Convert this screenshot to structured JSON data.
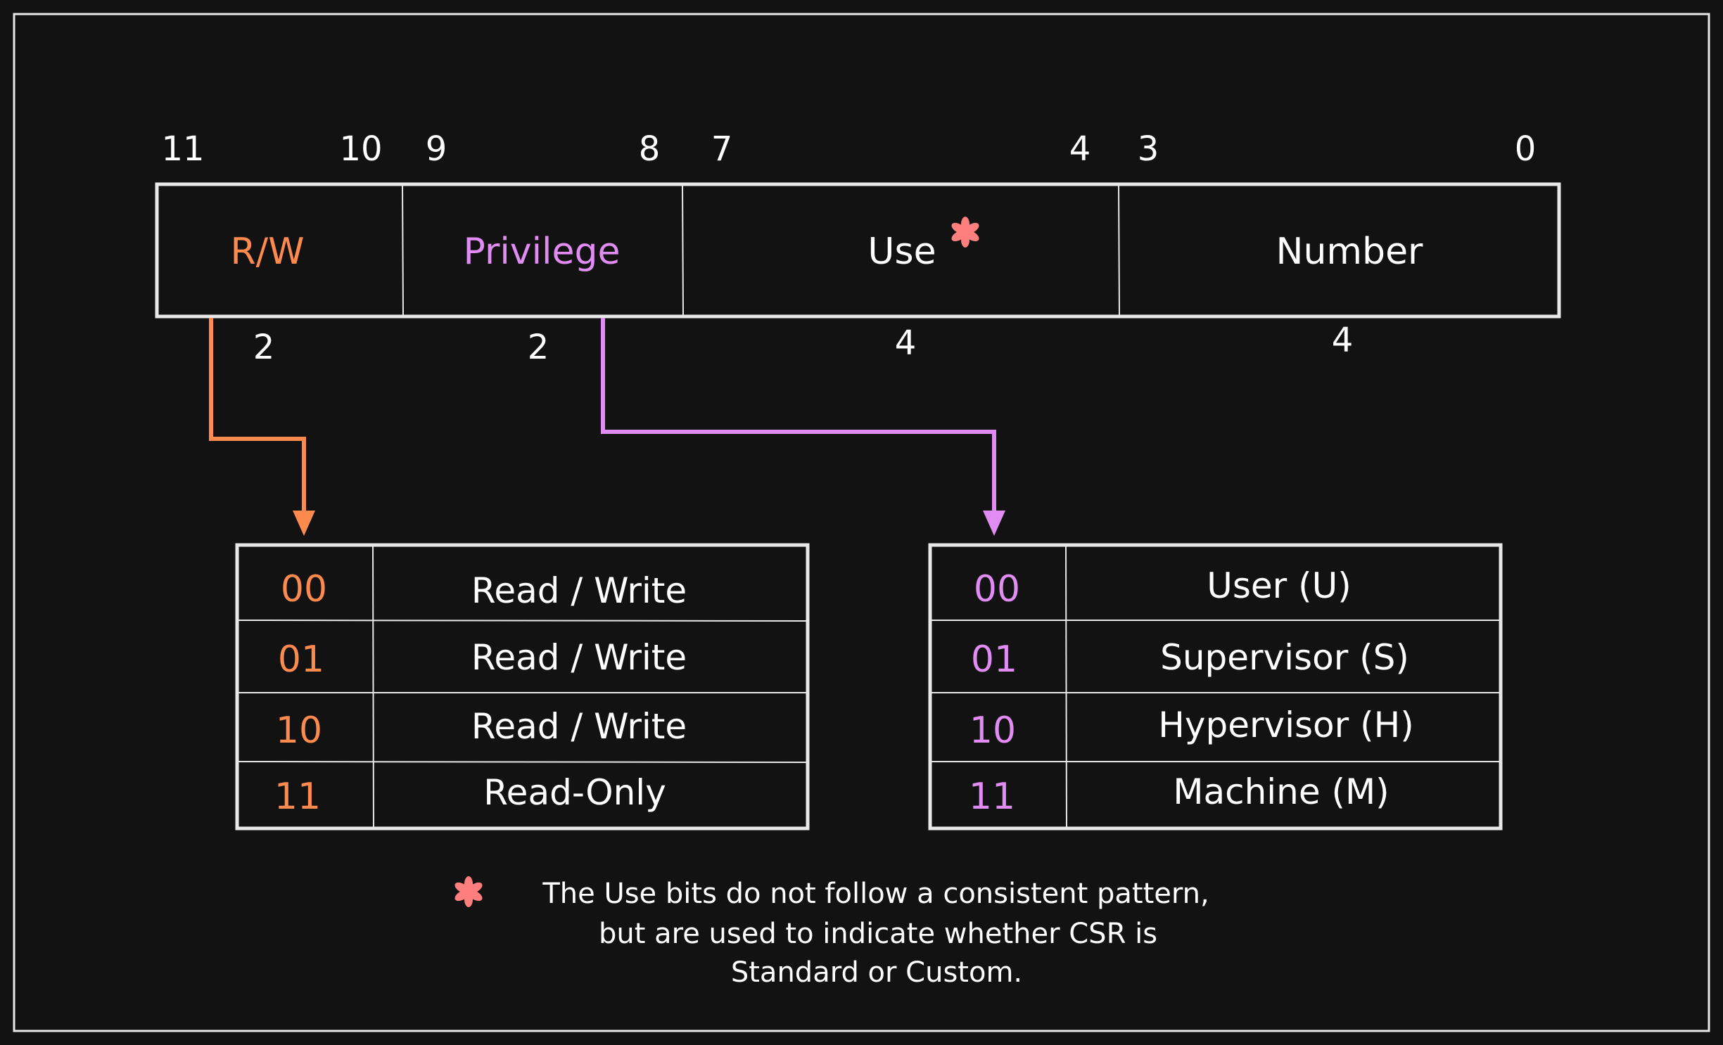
{
  "bit_positions": [
    "11",
    "10",
    "9",
    "8",
    "7",
    "4",
    "3",
    "0"
  ],
  "fields": [
    {
      "label": "R/W",
      "width": "2",
      "color": "#ff8a4d"
    },
    {
      "label": "Privilege",
      "width": "2",
      "color": "#e08cf2"
    },
    {
      "label": "Use",
      "width": "4",
      "color": "#ffffff"
    },
    {
      "label": "Number",
      "width": "4",
      "color": "#ffffff"
    }
  ],
  "rw_table": [
    {
      "code": "00",
      "meaning": "Read / Write"
    },
    {
      "code": "01",
      "meaning": "Read / Write"
    },
    {
      "code": "10",
      "meaning": "Read / Write"
    },
    {
      "code": "11",
      "meaning": "Read-Only"
    }
  ],
  "privilege_table": [
    {
      "code": "00",
      "meaning": "User (U)"
    },
    {
      "code": "01",
      "meaning": "Supervisor (S)"
    },
    {
      "code": "10",
      "meaning": "Hypervisor (H)"
    },
    {
      "code": "11",
      "meaning": "Machine (M)"
    }
  ],
  "note_lines": [
    "The Use bits do not follow a consistent pattern,",
    "but are used to indicate whether CSR is",
    "Standard or Custom."
  ],
  "colors": {
    "background": "#121212",
    "line": "#e8e8e8",
    "rw": "#ff8a4d",
    "privilege": "#e08cf2",
    "asterisk": "#ff7f7f"
  }
}
